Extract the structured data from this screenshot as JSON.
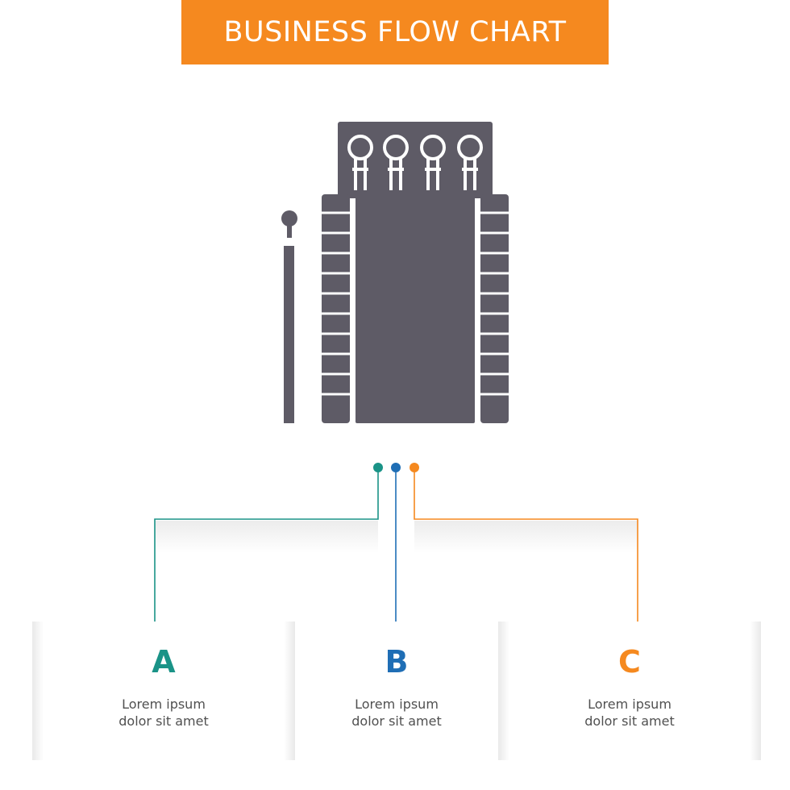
{
  "title": "BUSINESS FLOW CHART",
  "colors": {
    "banner": "#f5891f",
    "icon": "#5e5b66",
    "a": "#1a9387",
    "b": "#1f6eb5",
    "c": "#f5891f"
  },
  "icon": {
    "name": "matchbox-icon"
  },
  "cards": [
    {
      "letter": "A",
      "line1": "Lorem ipsum",
      "line2": "dolor sit amet"
    },
    {
      "letter": "B",
      "line1": "Lorem ipsum",
      "line2": "dolor sit amet"
    },
    {
      "letter": "C",
      "line1": "Lorem ipsum",
      "line2": "dolor sit amet"
    }
  ]
}
